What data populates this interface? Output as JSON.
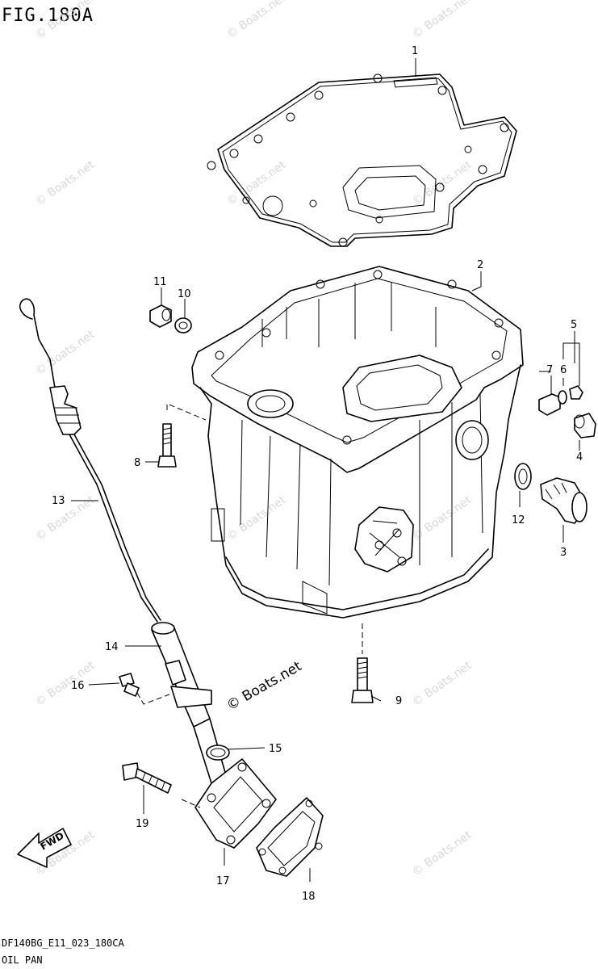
{
  "figure": {
    "title": "FIG.180A",
    "drawing_code": "DF140BG_E11_023_180CA",
    "caption": "OIL PAN"
  },
  "watermark": {
    "text": "© Boats.net",
    "main_text": "© Boats.net"
  },
  "callouts": {
    "c1": "1",
    "c2": "2",
    "c3": "3",
    "c4": "4",
    "c5": "5",
    "c6": "6",
    "c7": "7",
    "c8": "8",
    "c9": "9",
    "c10": "10",
    "c11": "11",
    "c12": "12",
    "c13": "13",
    "c14": "14",
    "c15": "15",
    "c16": "16",
    "c17": "17",
    "c18": "18",
    "c19": "19"
  },
  "direction_arrow": {
    "label": "FWD",
    "icon": "fwd-arrow-icon"
  }
}
